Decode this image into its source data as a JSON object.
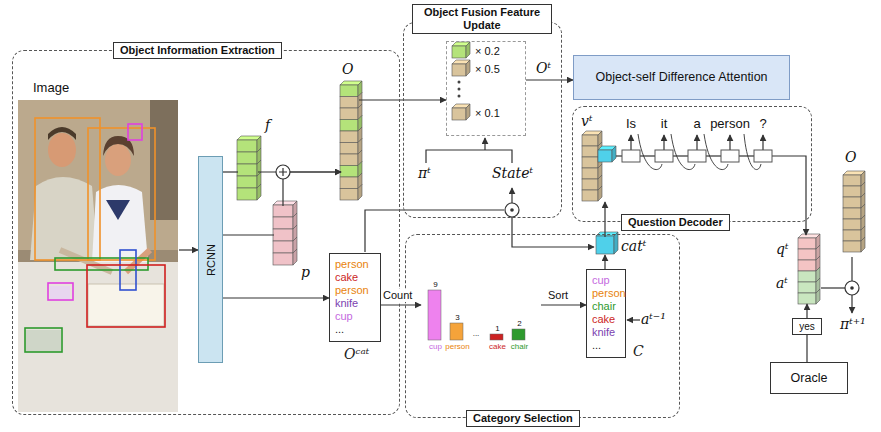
{
  "diagram": {
    "nodes": [
      {
        "text": [
          "Object Information Extraction"
        ]
      },
      {
        "text": [
          "Image"
        ],
        "in": 0
      },
      {
        "text": [
          "RCNN"
        ],
        "in": 0
      },
      {
        "text": [
          "f"
        ],
        "in": 0
      },
      {
        "text": [
          "p"
        ],
        "in": 0
      },
      {
        "text": [
          "O"
        ],
        "in": 0
      },
      {
        "text": [
          "person",
          "cake",
          "person",
          "knife",
          "cup",
          "...",
          "Oᶜᵃᵗ"
        ],
        "in": 0
      },
      {
        "text": [
          "Object Fusion Feature Update"
        ]
      },
      {
        "text": [
          "× 0.2",
          "× 0.5",
          "× 0.1"
        ],
        "in": 7
      },
      {
        "text": [
          "Object-self Difference Attention"
        ]
      },
      {
        "text": [
          "Question Decoder"
        ]
      },
      {
        "text": [
          "vᵗ"
        ],
        "in": 10
      },
      {
        "text": [
          "Category Selection"
        ]
      },
      {
        "text": [
          "9",
          "3",
          "...",
          "1",
          "2",
          "cup",
          "person",
          "cake",
          "chair"
        ],
        "in": 12
      },
      {
        "text": [
          "cup",
          "person",
          "chair",
          "cake",
          "knife",
          "...",
          "C"
        ],
        "in": 12
      },
      {
        "text": [
          "catᵗ"
        ],
        "in": 12
      },
      {
        "text": [
          "qᵗ",
          "aᵗ"
        ]
      },
      {
        "text": [
          "O"
        ]
      },
      {
        "text": [
          "yes"
        ]
      },
      {
        "text": [
          "Oracle"
        ]
      }
    ],
    "edges": [
      {
        "from": 1,
        "to": 2,
        "arrow": "to"
      },
      {
        "from": 2,
        "to": 3,
        "arrow": "none"
      },
      {
        "from": 2,
        "to": 4,
        "arrow": "none"
      },
      {
        "from": 3,
        "to": 5,
        "arrow": "to"
      },
      {
        "from": 4,
        "to": 5,
        "arrow": "to"
      },
      {
        "from": 2,
        "to": 6,
        "arrow": "to"
      },
      {
        "from": 5,
        "to": 8,
        "arrow": "to"
      },
      {
        "from": 8,
        "to": 9,
        "arrow": "to",
        "label": "Oᵗ"
      },
      {
        "from": 6,
        "to": 13,
        "arrow": "to",
        "label": "Count"
      },
      {
        "from": 13,
        "to": 14,
        "arrow": "to",
        "label": "Sort"
      },
      {
        "from": 14,
        "to": 15,
        "arrow": "to"
      },
      {
        "from": 15,
        "to": 11,
        "arrow": "to"
      },
      {
        "from": 19,
        "to": 18,
        "arrow": "none"
      },
      {
        "from": 18,
        "to": 16,
        "arrow": "to"
      }
    ],
    "labels": [
      "πᵗ",
      "Stateᵗ",
      "Is",
      "it",
      "a",
      "person",
      "?",
      "aᵗ⁻¹",
      "πᵗ⁺¹"
    ]
  }
}
